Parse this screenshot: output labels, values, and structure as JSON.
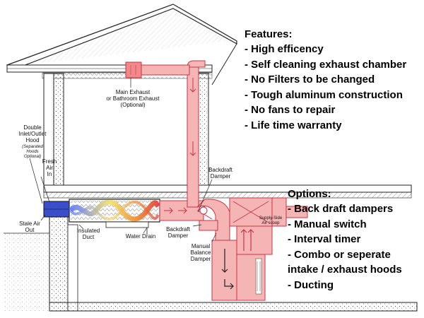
{
  "diagram": {
    "labels": {
      "main_exhaust": "Main Exhaust\nor Bathroom Exhaust\n(Optional)",
      "hood_title": "Double\nInlet/Outlet\nHood",
      "hood_note": "(Separated Hoods\nOptional)",
      "fresh_air": "Fresh\nAir\nIn",
      "stale_air": "Stale Air\nOut",
      "insulated_duct": "Insulated\nDuct",
      "water_drain": "Water Drain",
      "backdraft_upper": "Backdraft\nDamper",
      "backdraft_lower": "Backdraft\nDamper",
      "manual_balance": "Manual\nBalance\nDamper",
      "supply_scoop": "Supply-Side\nAir scoop"
    },
    "colors": {
      "duct_fill": "#f5b5b5",
      "duct_stroke": "#cc3344",
      "heat_core": "#f0a030",
      "hood_blue": "#3a4ecf",
      "line": "#222222"
    }
  },
  "features": {
    "heading": "Features:",
    "items": [
      "- High efficency",
      "- Self cleaning exhaust chamber",
      "- No Filters to be changed",
      "- Tough aluminum construction",
      "- No fans to repair",
      "- Life time warranty"
    ]
  },
  "options": {
    "heading": "Options:",
    "items": [
      "- Back draft dampers",
      "- Manual switch",
      "- Interval timer",
      "- Combo or seperate intake / exhaust hoods",
      "- Ducting"
    ]
  }
}
